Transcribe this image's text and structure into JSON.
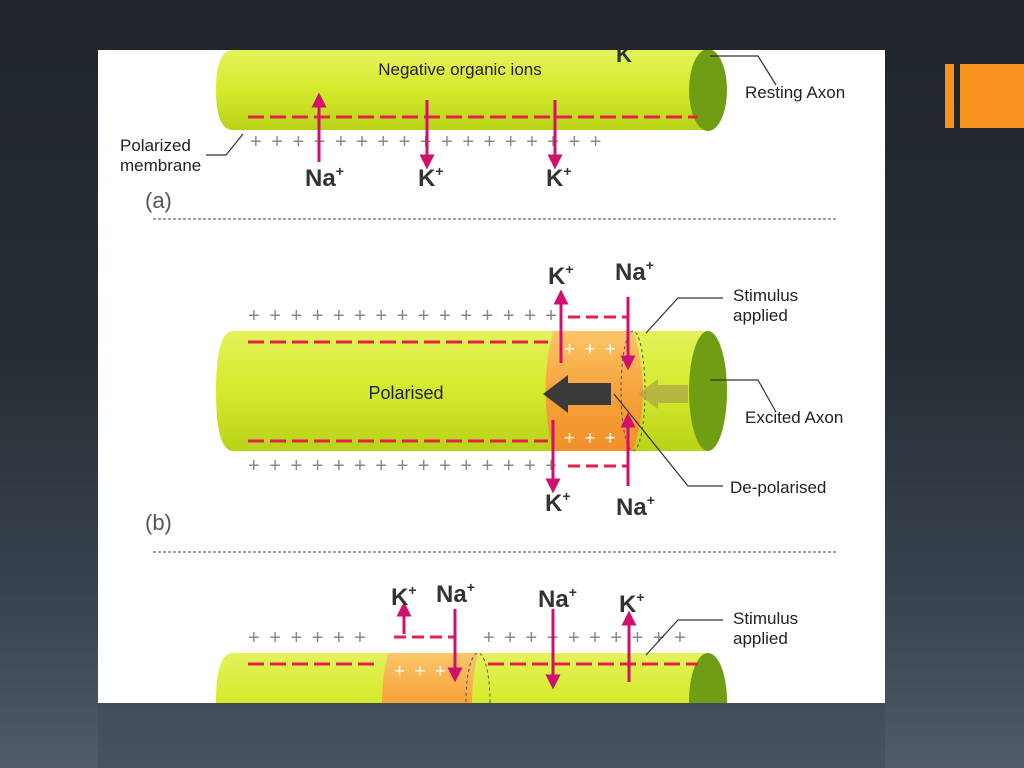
{
  "colors": {
    "axon_body": "#d4ea2c",
    "axon_end": "#6f9e14",
    "depolarised": "#f7a33a",
    "arrow": "#d1106e",
    "charge_line": "#e3224a",
    "accent_orange": "#f7931e"
  },
  "icons": [
    "accent-bar-icon",
    "arrow-left-icon"
  ],
  "panel_a": {
    "label": "(a)",
    "inside_label": "Negative organic ions",
    "callout_axon": "Resting Axon",
    "callout_membrane_line1": "Polarized",
    "callout_membrane_line2": "membrane",
    "top_ion_partial": "K",
    "plus_signs": "+ + +  + + + +  + + + + +  + + + + +",
    "ions": [
      {
        "name": "Na",
        "sup": "+"
      },
      {
        "name": "K",
        "sup": "+"
      },
      {
        "name": "K",
        "sup": "+"
      }
    ]
  },
  "panel_b": {
    "label": "(b)",
    "inside_label": "Polarised",
    "callout_stimulus_line1": "Stimulus",
    "callout_stimulus_line2": "applied",
    "callout_axon": "Excited Axon",
    "callout_depol": "De-polarised",
    "plus_signs": "+ + + + + + + + + + + + + + +",
    "inner_plus": "+ + +",
    "ions_top": [
      {
        "name": "K",
        "sup": "+"
      },
      {
        "name": "Na",
        "sup": "+"
      }
    ],
    "ions_bottom": [
      {
        "name": "K",
        "sup": "+"
      },
      {
        "name": "Na",
        "sup": "+"
      }
    ]
  },
  "panel_c": {
    "callout_stimulus_line1": "Stimulus",
    "callout_stimulus_line2": "applied",
    "plus_left": "+ + + + + +",
    "plus_right": "+ + + + + + + + + +",
    "inner_plus": "+ + +",
    "ions": [
      {
        "name": "K",
        "sup": "+"
      },
      {
        "name": "Na",
        "sup": "+"
      },
      {
        "name": "Na",
        "sup": "+"
      },
      {
        "name": "K",
        "sup": "+"
      }
    ]
  }
}
